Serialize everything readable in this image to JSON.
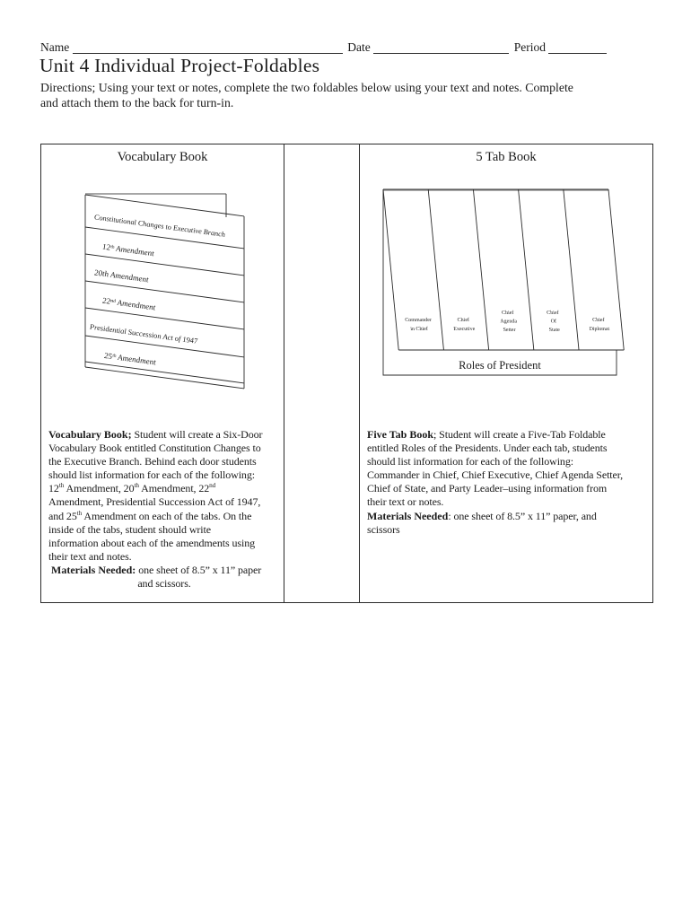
{
  "header": {
    "name_label": "Name",
    "date_label": "Date",
    "period_label": "Period"
  },
  "title": "Unit 4 Individual Project-Foldables",
  "directions": "Directions; Using your text or notes, complete the two foldables below using your text and notes. Complete\nand attach them to the back for turn-in.",
  "vocabulary": {
    "heading": "Vocabulary Book",
    "drawing": {
      "cover_title": "Constitutional Changes to Executive Branch",
      "flaps": [
        "12ᵗʰ Amendment",
        "20th Amendment",
        "22ⁿᵈ Amendment",
        "Presidential Succession Act of 1947",
        "25ᵗʰ Amendment"
      ]
    },
    "description": "*{Vocabulary Book;} Student will create a Six-Door\nVocabulary Book entitled Constitution Changes to\nthe Executive Branch. Behind each door students\nshould list information for each of the following:\n12^{th} Amendment, 20^{th} Amendment, 22^{nd}\nAmendment, Presidential Succession Act of 1947,\nand 25^{th} Amendment on each of the tabs. On the\ninside of the tabs, student should write\ninformation about each of the amendments using\ntheir text and notes.",
    "materials": "*{Materials Needed:} one sheet of 8.5” x 11” paper",
    "materials2": "and scissors."
  },
  "five_tab": {
    "heading": "5 Tab Book",
    "drawing": {
      "base_label": "Roles of President",
      "tabs": [
        [
          "Commander",
          "in Chief"
        ],
        [
          "Chief",
          "Executive"
        ],
        [
          "Chief",
          "Agenda",
          "Setter"
        ],
        [
          "Chief",
          "Of",
          "State"
        ],
        [
          "Chief",
          "Diplomat"
        ]
      ]
    },
    "description": "*{Five Tab Book}; Student will create a Five-Tab Foldable\nentitled Roles of the Presidents. Under each tab, students\nshould list information for each of the following:\nCommander in Chief, Chief Executive, Chief Agenda Setter,\nChief of State, and Party Leader–using information from\ntheir text or notes.\n*{Materials Needed}: one sheet of 8.5” x 11” paper, and\nscissors"
  }
}
